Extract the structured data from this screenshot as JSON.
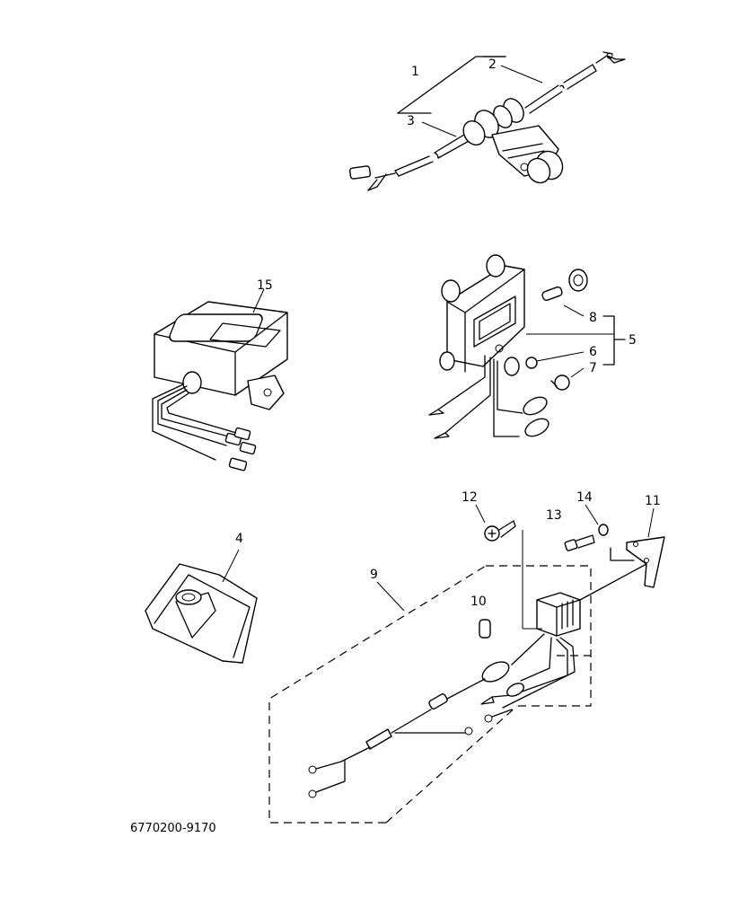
{
  "callouts": {
    "c1": "1",
    "c2": "2",
    "c3": "3",
    "c4": "4",
    "c5": "5",
    "c6": "6",
    "c7": "7",
    "c8": "8",
    "c9": "9",
    "c10": "10",
    "c11": "11",
    "c12": "12",
    "c13": "13",
    "c14": "14",
    "c15": "15"
  },
  "footer": {
    "drawing_code": "6770200-9170"
  }
}
